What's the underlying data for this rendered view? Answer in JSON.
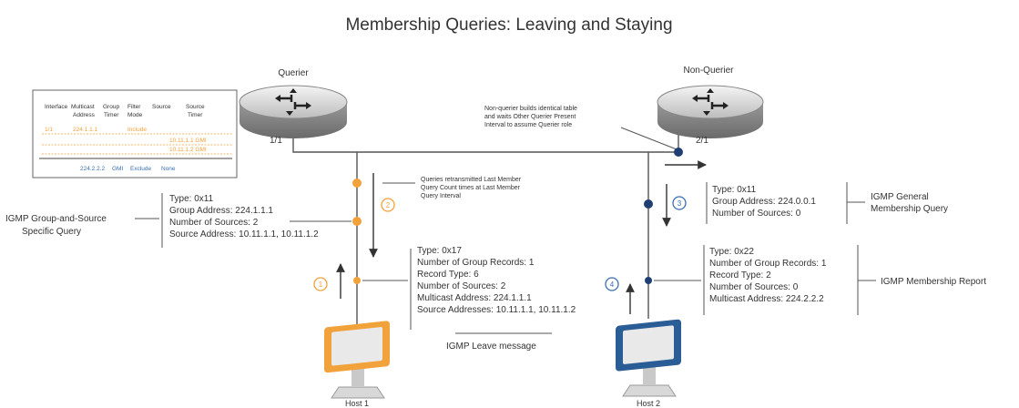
{
  "title": "Membership Queries: Leaving and Staying",
  "colors": {
    "orange": "#f2a23a",
    "blue": "#1f3f73",
    "line": "#555555",
    "tableBlue": "#3a6fb0"
  },
  "querier": {
    "label": "Querier",
    "port": "1/1"
  },
  "non_querier": {
    "label": "Non-Querier",
    "port": "2/1"
  },
  "table": {
    "headers": [
      [
        "Interface",
        ""
      ],
      [
        "Multicast",
        "Address"
      ],
      [
        "Group",
        "Timer"
      ],
      [
        "Filter",
        "Mode"
      ],
      [
        "Source",
        ""
      ],
      [
        "Source",
        "Timer"
      ]
    ],
    "row1": {
      "interface": "1/1",
      "multicast": "224.1.1.1",
      "mode": "Include"
    },
    "source_rows": [
      "10.11.1.1 GMI",
      "10.11.1.2 GMI"
    ],
    "row2": {
      "address": "224.2.2.2",
      "timer": "GMI",
      "mode": "Exclude",
      "source": "None"
    }
  },
  "nonquerier_note": [
    "Non-querier builds identical table",
    "and waits Other Querier Present",
    "Interval to assume Querier role"
  ],
  "retransmit_note": [
    "Queries retransmitted Last Member",
    "Query Count times at Last Member",
    "Query Interval"
  ],
  "steps": [
    "1",
    "2",
    "3",
    "4"
  ],
  "query_left": {
    "label": [
      "IGMP Group-and-Source",
      "Specific Query"
    ],
    "lines": [
      "Type: 0x11",
      "Group Address: 224.1.1.1",
      "Number of Sources: 2",
      "Source Address: 10.11.1.1, 10.11.1.2"
    ]
  },
  "leave": {
    "lines": [
      "Type: 0x17",
      "Number of Group Records: 1",
      "Record Type: 6",
      "Number of Sources: 2",
      "Multicast Address: 224.1.1.1",
      "Source Addresses: 10.11.1.1, 10.11.1.2"
    ],
    "label": "IGMP Leave message"
  },
  "general_query": {
    "lines": [
      "Type: 0x11",
      "Group Address: 224.0.0.1",
      "Number of Sources: 0"
    ],
    "label": [
      "IGMP General",
      "Membership Query"
    ]
  },
  "report": {
    "lines": [
      "Type: 0x22",
      "Number of Group Records: 1",
      "Record Type: 2",
      "Number of Sources: 0",
      "Multicast Address: 224.2.2.2"
    ],
    "label": "IGMP Membership Report"
  },
  "host1": "Host 1",
  "host2": "Host 2"
}
